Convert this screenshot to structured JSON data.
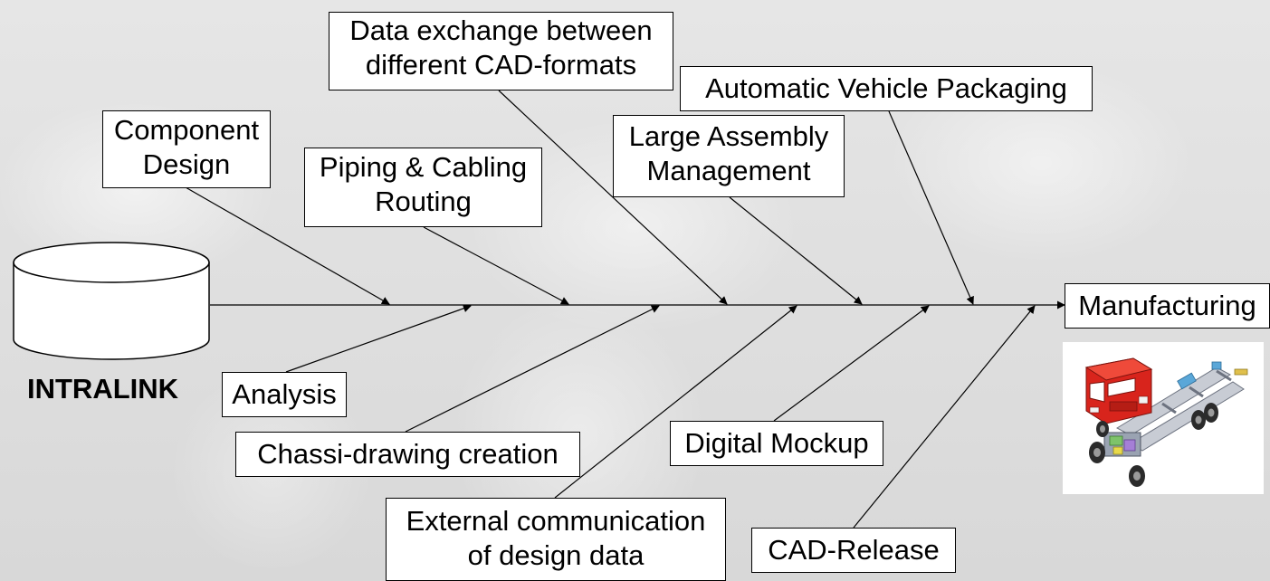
{
  "database": {
    "label": "INTRALINK",
    "icon": "database-cylinder-icon"
  },
  "goal": {
    "label": "Manufacturing"
  },
  "causes_top": [
    {
      "lines": [
        "Component",
        "Design"
      ]
    },
    {
      "lines": [
        "Piping & Cabling",
        "Routing"
      ]
    },
    {
      "lines": [
        "Data exchange between",
        "different CAD-formats"
      ]
    },
    {
      "lines": [
        "Large Assembly",
        "Management"
      ]
    },
    {
      "lines": [
        "Automatic Vehicle Packaging"
      ]
    }
  ],
  "causes_bottom": [
    {
      "lines": [
        "Analysis"
      ]
    },
    {
      "lines": [
        "Chassi-drawing creation"
      ]
    },
    {
      "lines": [
        "External communication",
        "of design data"
      ]
    },
    {
      "lines": [
        "Digital Mockup"
      ]
    },
    {
      "lines": [
        "CAD-Release"
      ]
    }
  ],
  "image": {
    "subject": "truck-chassis-illustration",
    "cab_color": "#d8241c"
  }
}
